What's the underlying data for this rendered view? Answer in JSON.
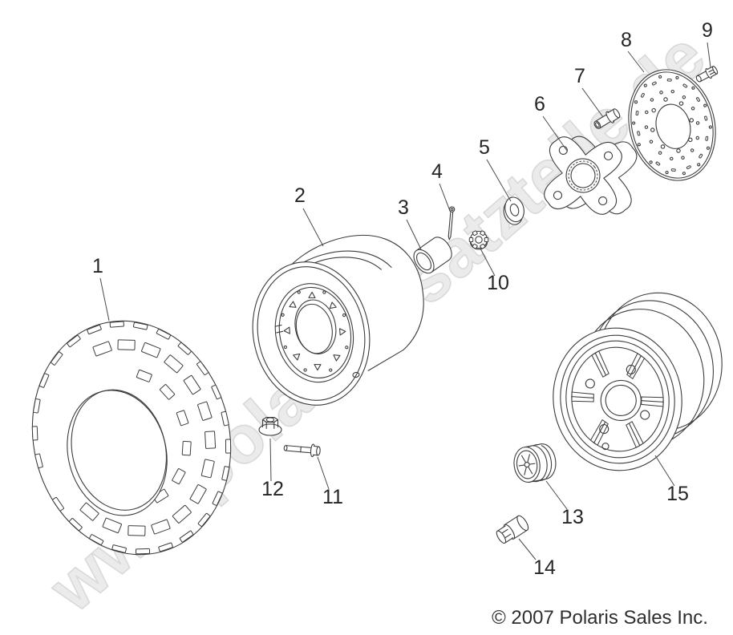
{
  "watermark": {
    "text": "www.polarisersatzteile.de"
  },
  "footer": {
    "copyright": "© 2007 Polaris Sales Inc."
  },
  "colors": {
    "background": "#ffffff",
    "line": "#3c3c3c",
    "watermark_fill": "#ebebeb",
    "watermark_outline": "#d9d9d9",
    "callout_text": "#262626"
  },
  "callouts": [
    {
      "label": "1"
    },
    {
      "label": "2"
    },
    {
      "label": "3"
    },
    {
      "label": "4"
    },
    {
      "label": "5"
    },
    {
      "label": "6"
    },
    {
      "label": "7"
    },
    {
      "label": "8"
    },
    {
      "label": "9"
    },
    {
      "label": "10"
    },
    {
      "label": "11"
    },
    {
      "label": "12"
    },
    {
      "label": "13"
    },
    {
      "label": "14"
    },
    {
      "label": "15"
    }
  ]
}
